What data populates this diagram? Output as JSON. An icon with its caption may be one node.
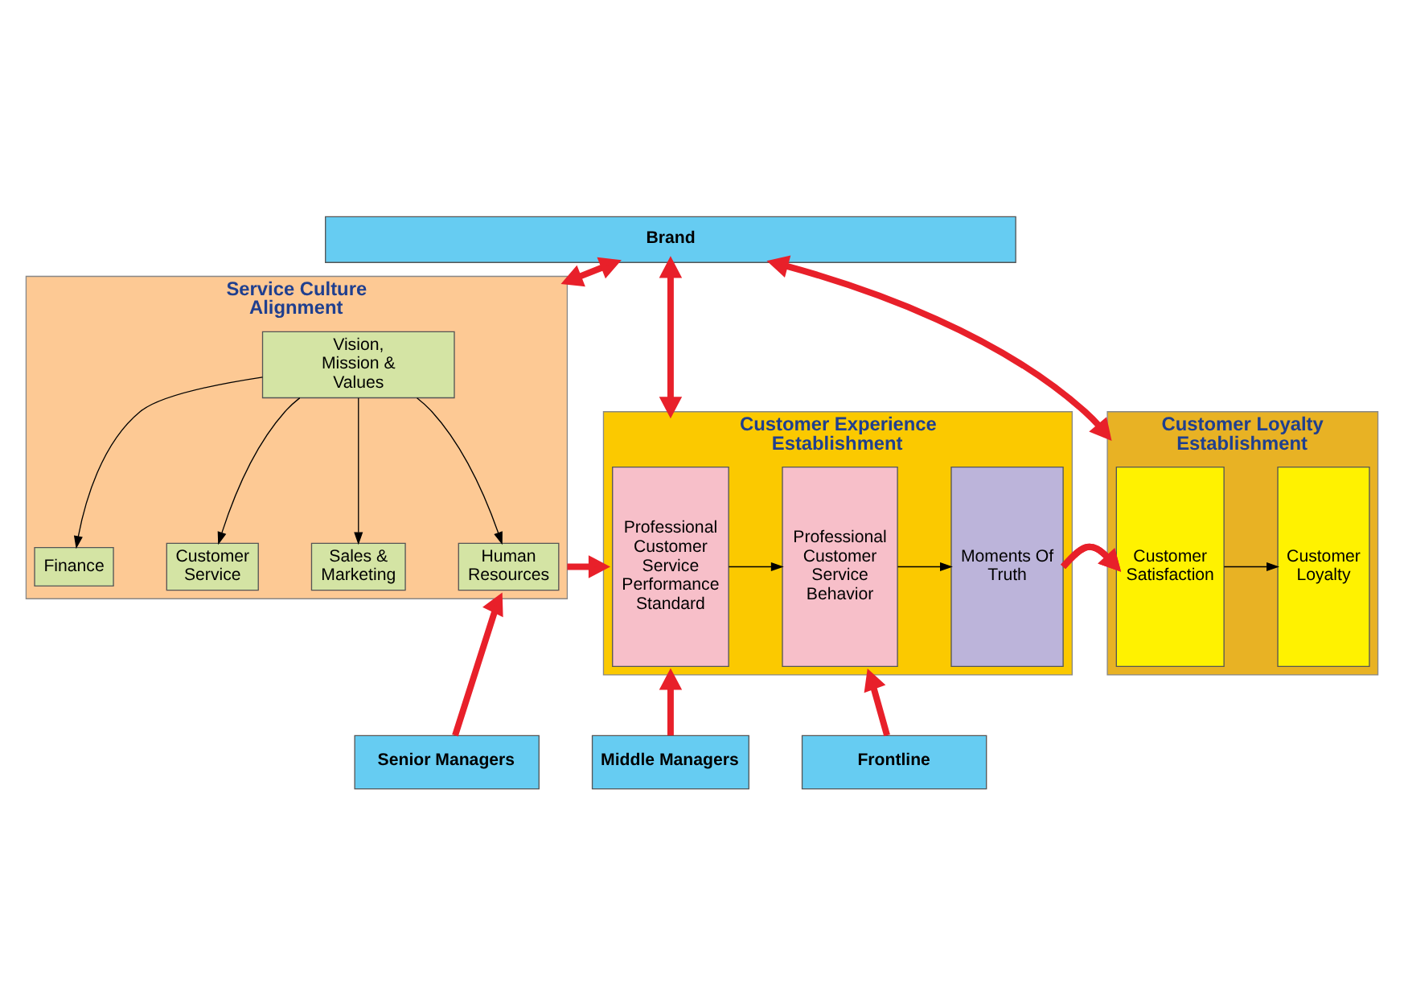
{
  "diagram": {
    "nodes": [
      {
        "text": [
          "Brand"
        ]
      },
      {
        "text": [
          "Service Culture Alignment"
        ]
      },
      {
        "text": [
          "Vision, Mission & Values"
        ],
        "in": 1
      },
      {
        "text": [
          "Finance"
        ],
        "in": 1
      },
      {
        "text": [
          "Customer Service"
        ],
        "in": 1
      },
      {
        "text": [
          "Sales & Marketing"
        ],
        "in": 1
      },
      {
        "text": [
          "Human Resources"
        ],
        "in": 1
      },
      {
        "text": [
          "Customer Experience Establishment"
        ]
      },
      {
        "text": [
          "Professional Customer Service Performance Standard"
        ],
        "in": 7
      },
      {
        "text": [
          "Professional Customer Service Behavior"
        ],
        "in": 7
      },
      {
        "text": [
          "Moments Of Truth"
        ],
        "in": 7
      },
      {
        "text": [
          "Customer Loyalty Establishment"
        ]
      },
      {
        "text": [
          "Customer Satisfaction"
        ],
        "in": 11
      },
      {
        "text": [
          "Customer Loyalty"
        ],
        "in": 11
      },
      {
        "text": [
          "Senior Managers"
        ]
      },
      {
        "text": [
          "Middle Managers"
        ]
      },
      {
        "text": [
          "Frontline"
        ]
      }
    ],
    "edges": [
      {
        "from": 0,
        "to": 1,
        "arrow": "both",
        "color": "#e8202a"
      },
      {
        "from": 0,
        "to": 7,
        "arrow": "both",
        "color": "#e8202a"
      },
      {
        "from": 0,
        "to": 11,
        "arrow": "both",
        "color": "#e8202a"
      },
      {
        "from": 2,
        "to": 3,
        "arrow": "to",
        "color": "#000000"
      },
      {
        "from": 2,
        "to": 4,
        "arrow": "to",
        "color": "#000000"
      },
      {
        "from": 2,
        "to": 5,
        "arrow": "to",
        "color": "#000000"
      },
      {
        "from": 2,
        "to": 6,
        "arrow": "to",
        "color": "#000000"
      },
      {
        "from": 1,
        "to": 7,
        "arrow": "to",
        "color": "#e8202a"
      },
      {
        "from": 8,
        "to": 9,
        "arrow": "to",
        "color": "#000000"
      },
      {
        "from": 9,
        "to": 10,
        "arrow": "to",
        "color": "#000000"
      },
      {
        "from": 7,
        "to": 11,
        "arrow": "to",
        "color": "#e8202a"
      },
      {
        "from": 12,
        "to": 13,
        "arrow": "to",
        "color": "#000000"
      },
      {
        "from": 14,
        "to": 1,
        "arrow": "to",
        "color": "#e8202a"
      },
      {
        "from": 15,
        "to": 7,
        "arrow": "to",
        "color": "#e8202a"
      },
      {
        "from": 16,
        "to": 7,
        "arrow": "to",
        "color": "#e8202a"
      }
    ]
  }
}
